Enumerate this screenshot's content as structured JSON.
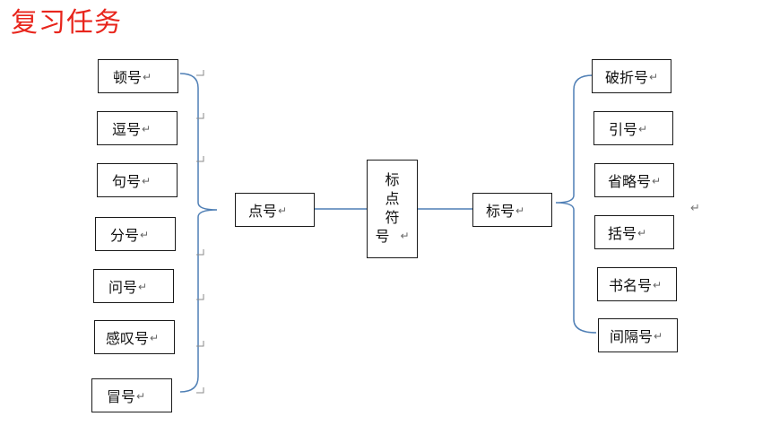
{
  "title": "复习任务",
  "return_mark": "↵",
  "root": {
    "chars": [
      "标",
      "点",
      "符",
      "号"
    ]
  },
  "groups": {
    "dian_hao": {
      "label": "点号",
      "items": [
        "顿号",
        "逗号",
        "句号",
        "分号",
        "问号",
        "感叹号",
        "冒号"
      ]
    },
    "biao_hao": {
      "label": "标号",
      "items": [
        "破折号",
        "引号",
        "省略号",
        "括号",
        "书名号",
        "间隔号"
      ]
    }
  },
  "colors": {
    "title": "#e8251c",
    "connector": "#4f7fb5",
    "border": "#1a1a1a"
  }
}
